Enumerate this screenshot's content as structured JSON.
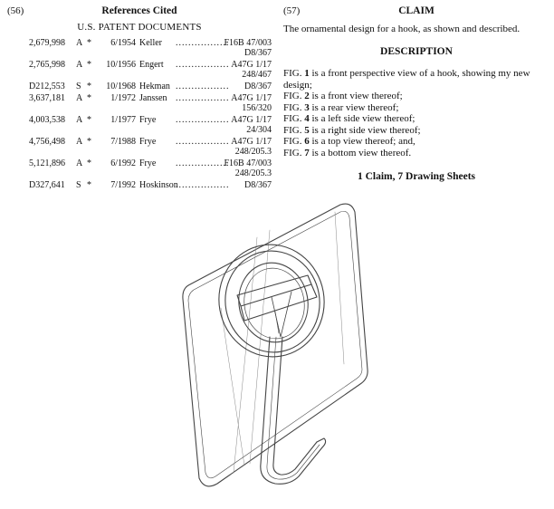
{
  "refs": {
    "number": "(56)",
    "title": "References Cited",
    "subtitle": "U.S. PATENT DOCUMENTS",
    "rows": [
      {
        "patent": "2,679,998",
        "kind": "A",
        "star": "*",
        "date": "6/1954",
        "inventor": "Keller",
        "cls": "F16B 47/003",
        "cls2": "D8/367"
      },
      {
        "patent": "2,765,998",
        "kind": "A",
        "star": "*",
        "date": "10/1956",
        "inventor": "Engert",
        "cls": "A47G 1/17",
        "cls2": "248/467"
      },
      {
        "patent": "D212,553",
        "kind": "S",
        "star": "*",
        "date": "10/1968",
        "inventor": "Hekman",
        "cls": "D8/367",
        "cls2": ""
      },
      {
        "patent": "3,637,181",
        "kind": "A",
        "star": "*",
        "date": "1/1972",
        "inventor": "Janssen",
        "cls": "A47G 1/17",
        "cls2": "156/320"
      },
      {
        "patent": "4,003,538",
        "kind": "A",
        "star": "*",
        "date": "1/1977",
        "inventor": "Frye",
        "cls": "A47G 1/17",
        "cls2": "24/304"
      },
      {
        "patent": "4,756,498",
        "kind": "A",
        "star": "*",
        "date": "7/1988",
        "inventor": "Frye",
        "cls": "A47G 1/17",
        "cls2": "248/205.3"
      },
      {
        "patent": "5,121,896",
        "kind": "A",
        "star": "*",
        "date": "6/1992",
        "inventor": "Frye",
        "cls": "F16B 47/003",
        "cls2": "248/205.3"
      },
      {
        "patent": "D327,641",
        "kind": "S",
        "star": "*",
        "date": "7/1992",
        "inventor": "Hoskinson",
        "cls": "D8/367",
        "cls2": ""
      }
    ]
  },
  "claim": {
    "number": "(57)",
    "title": "CLAIM",
    "text": "The ornamental design for a hook, as shown and described."
  },
  "description": {
    "title": "DESCRIPTION",
    "figures": [
      {
        "prefix": "FIG. ",
        "num": "1",
        "text": " is a front perspective view of a hook, showing my new design;"
      },
      {
        "prefix": "FIG. ",
        "num": "2",
        "text": " is a front view thereof;"
      },
      {
        "prefix": "FIG. ",
        "num": "3",
        "text": " is a rear view thereof;"
      },
      {
        "prefix": "FIG. ",
        "num": "4",
        "text": " is a left side view thereof;"
      },
      {
        "prefix": "FIG. ",
        "num": "5",
        "text": " is a right side view thereof;"
      },
      {
        "prefix": "FIG. ",
        "num": "6",
        "text": " is a top view thereof; and,"
      },
      {
        "prefix": "FIG. ",
        "num": "7",
        "text": " is a bottom view thereof."
      }
    ]
  },
  "summary": "1 Claim, 7 Drawing Sheets",
  "colors": {
    "ink": "#111111",
    "drawing": "#444444"
  }
}
